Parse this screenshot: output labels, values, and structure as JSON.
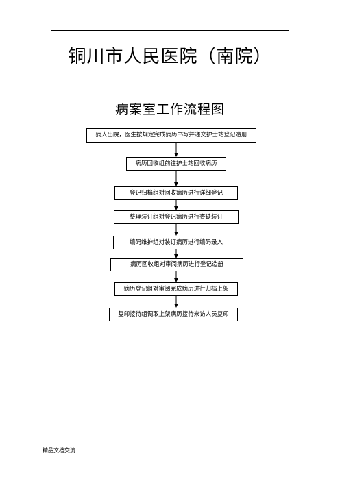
{
  "header": {
    "hospital": "铜川市人民医院（南院）",
    "title": "病案室工作流程图"
  },
  "flow": {
    "steps": [
      "病人出院，医生按规定完成病历书写并递交护士站登记造册",
      "病历回收组前往护士站回收病历",
      "登记归档组对回收病历进行详细登记",
      "整理装订组对登记病历进行查缺装订",
      "编码维护组对装订病历进行编码录入",
      "病历回收组对审阅病历进行登记造册",
      "病历登记组对审阅完成病历进行归档上架",
      "复印接待组调取上架病历接待来访人员复印"
    ]
  },
  "footer": {
    "text": "精品文档交流"
  }
}
